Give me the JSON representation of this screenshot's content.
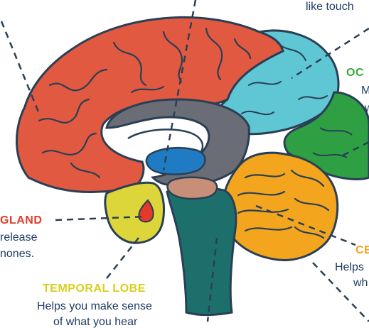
{
  "colors": {
    "frontal": "#e15940",
    "parietal": "#5fc7d3",
    "occipital": "#2ea043",
    "cerebellum": "#f3a51e",
    "temporal": "#dcd63a",
    "brainstem": "#1d6f6c",
    "corpus": "#6a6d75",
    "thalamus": "#1f7cc4",
    "hypothalamus": "#c78f78",
    "outline": "#2a3f55",
    "text": "#1f3c63"
  },
  "labels": {
    "top_right": "like touch",
    "occipital_title": "OC",
    "occipital_line1": "M",
    "occipital_line2": "w",
    "gland_title": "GLAND",
    "gland_line1": "release",
    "gland_line2": "nones.",
    "temporal_title": "TEMPORAL LOBE",
    "temporal_line1": "Helps you make sense",
    "temporal_line2": "of what you hear",
    "cerebellum_title": "CE",
    "cerebellum_line1": "Helps",
    "cerebellum_line2": "wh"
  }
}
